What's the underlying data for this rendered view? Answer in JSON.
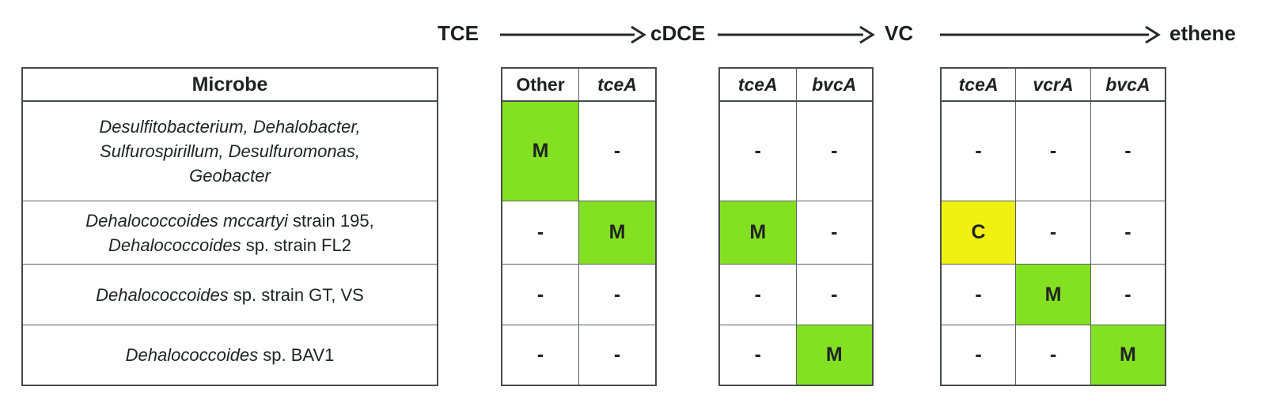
{
  "pathway": {
    "compounds": [
      "TCE",
      "cDCE",
      "VC",
      "ethene"
    ]
  },
  "legend": {
    "M": "#84e121",
    "C": "#f0f112",
    "-": "#ffffff"
  },
  "colors": {
    "positive_green": "#84e121",
    "conditional_yellow": "#f0f112",
    "border_gray": "#474c4e"
  },
  "microbe_table": {
    "header": "Microbe",
    "rows": [
      {
        "lines": [
          {
            "segments": [
              {
                "text": "Desulfitobacterium, Dehalobacter,",
                "style": "italic"
              }
            ]
          },
          {
            "segments": [
              {
                "text": "Sulfurospirillum, Desulfuromonas,",
                "style": "italic"
              }
            ]
          },
          {
            "segments": [
              {
                "text": "Geobacter",
                "style": "italic"
              }
            ]
          }
        ]
      },
      {
        "lines": [
          {
            "segments": [
              {
                "text": "Dehalococcoides mccartyi",
                "style": "italic"
              },
              {
                "text": " strain 195,",
                "style": "normal"
              }
            ]
          },
          {
            "segments": [
              {
                "text": "Dehalococcoides",
                "style": "italic"
              },
              {
                "text": " sp. strain FL2",
                "style": "normal"
              }
            ]
          }
        ]
      },
      {
        "lines": [
          {
            "segments": [
              {
                "text": "Dehalococcoides",
                "style": "italic"
              },
              {
                "text": " sp. strain GT, VS",
                "style": "normal"
              }
            ]
          }
        ]
      },
      {
        "lines": [
          {
            "segments": [
              {
                "text": "Dehalococcoides",
                "style": "italic"
              },
              {
                "text": " sp. BAV1",
                "style": "normal"
              }
            ]
          }
        ]
      }
    ]
  },
  "step_tables": [
    {
      "columns": [
        {
          "label": "Other",
          "italic": false
        },
        {
          "label": "tceA",
          "italic": true
        }
      ],
      "cells": [
        [
          "M",
          "-"
        ],
        [
          "-",
          "M"
        ],
        [
          "-",
          "-"
        ],
        [
          "-",
          "-"
        ]
      ]
    },
    {
      "columns": [
        {
          "label": "tceA",
          "italic": true
        },
        {
          "label": "bvcA",
          "italic": true
        }
      ],
      "cells": [
        [
          "-",
          "-"
        ],
        [
          "M",
          "-"
        ],
        [
          "-",
          "-"
        ],
        [
          "-",
          "M"
        ]
      ]
    },
    {
      "columns": [
        {
          "label": "tceA",
          "italic": true
        },
        {
          "label": "vcrA",
          "italic": true
        },
        {
          "label": "bvcA",
          "italic": true
        }
      ],
      "cells": [
        [
          "-",
          "-",
          "-"
        ],
        [
          "C",
          "-",
          "-"
        ],
        [
          "-",
          "M",
          "-"
        ],
        [
          "-",
          "-",
          "M"
        ]
      ]
    }
  ]
}
